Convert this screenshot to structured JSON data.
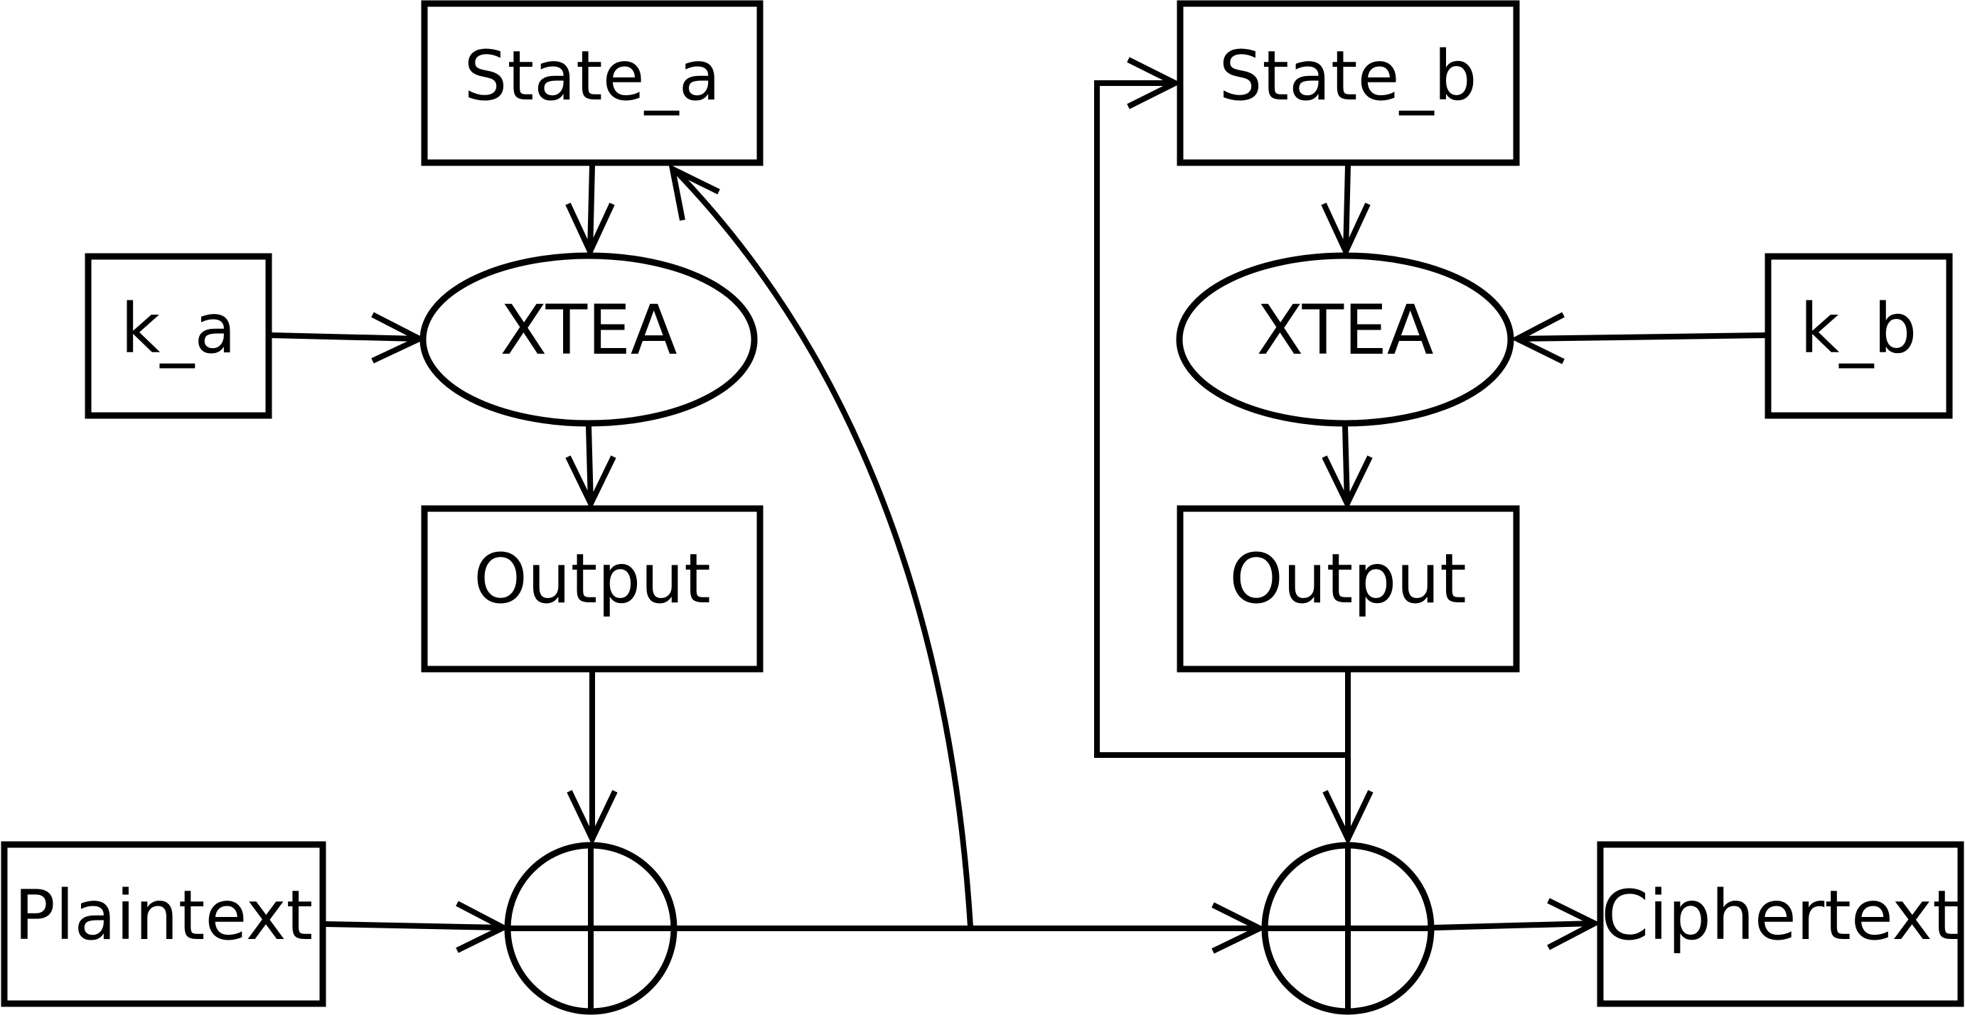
{
  "nodes": {
    "state_a": "State_a",
    "state_b": "State_b",
    "k_a": "k_a",
    "k_b": "k_b",
    "xtea_a": "XTEA",
    "xtea_b": "XTEA",
    "output_a": "Output",
    "output_b": "Output",
    "plaintext": "Plaintext",
    "ciphertext": "Ciphertext"
  }
}
